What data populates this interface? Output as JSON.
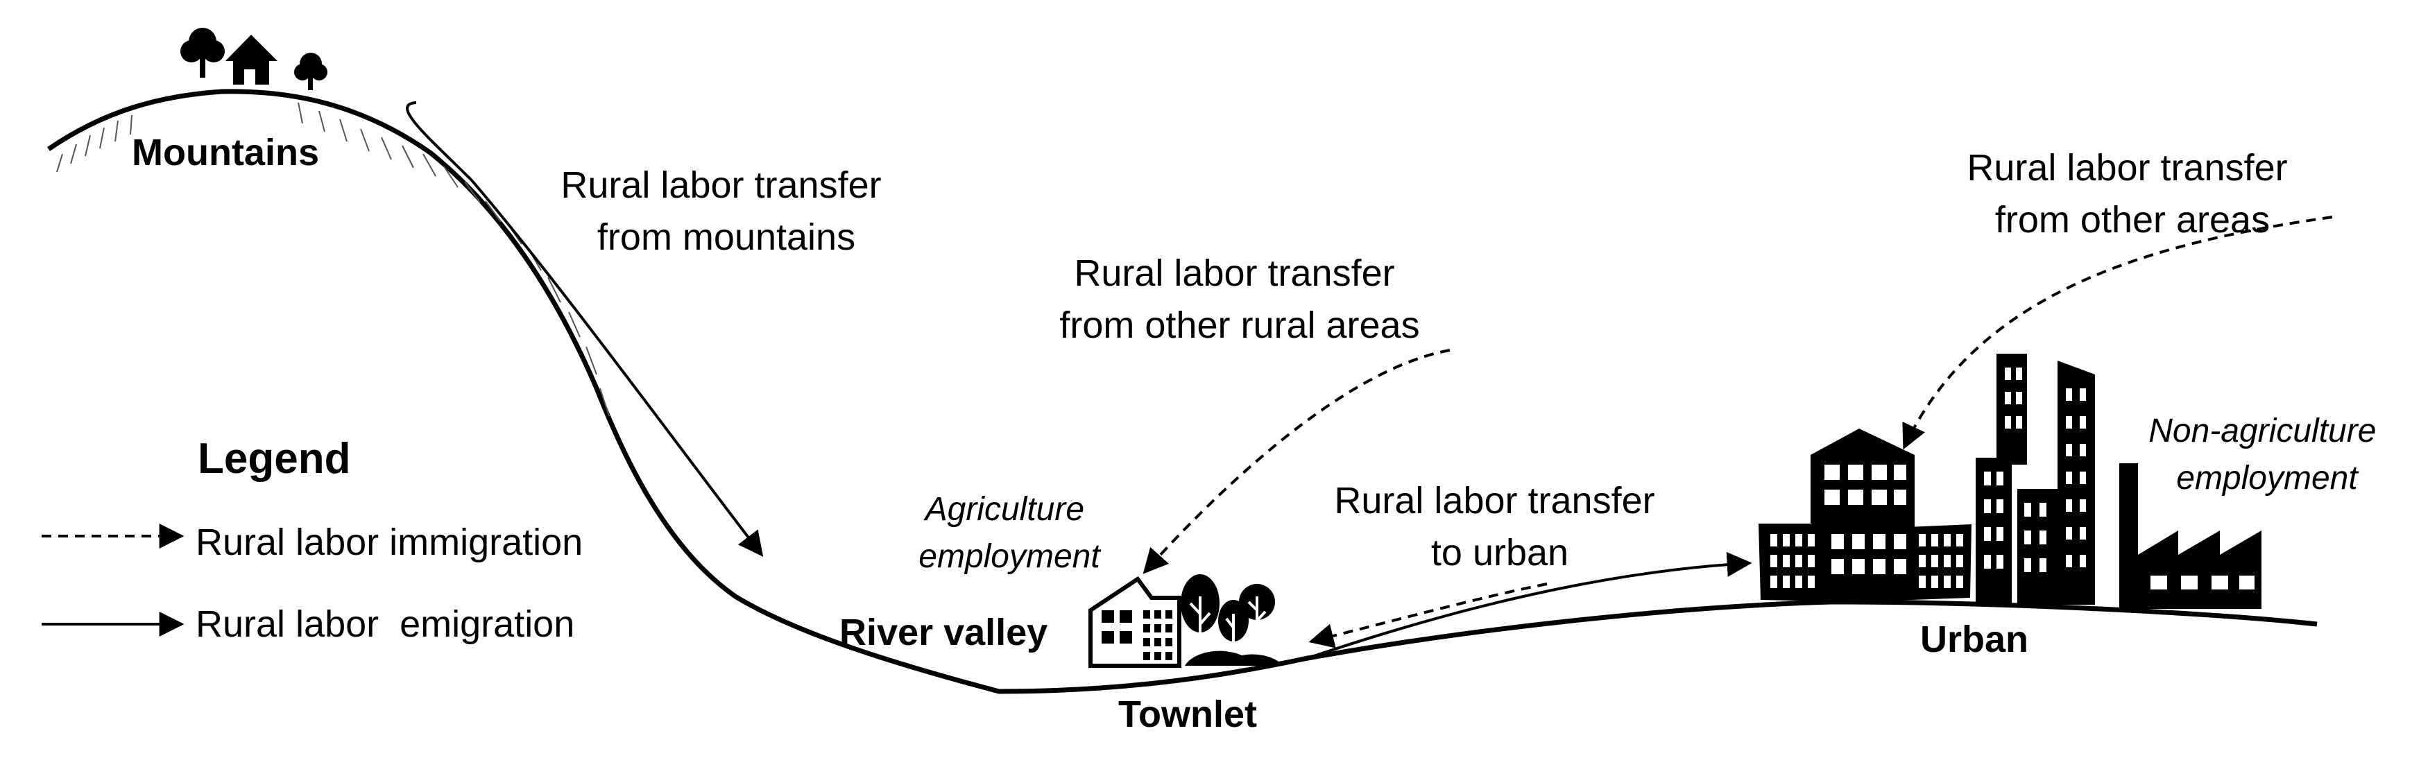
{
  "places": {
    "mountains": "Mountains",
    "river_valley": "River valley",
    "townlet": "Townlet",
    "urban": "Urban"
  },
  "flows": {
    "from_mountains": [
      "Rural labor transfer",
      "from mountains"
    ],
    "from_other_rural": [
      "Rural labor transfer",
      "from other rural areas"
    ],
    "to_urban": [
      "Rural labor transfer",
      "to urban"
    ],
    "from_other_areas": [
      "Rural labor transfer",
      "from other areas"
    ]
  },
  "employment": {
    "agriculture": [
      "Agriculture",
      "employment"
    ],
    "non_agriculture": [
      "Non-agriculture",
      "employment"
    ]
  },
  "legend": {
    "title": "Legend",
    "immigration": "Rural labor immigration",
    "emigration": "Rural labor  emigration"
  },
  "icons": [
    "tree-icon",
    "house-icon",
    "building-icon",
    "skyscraper-icon",
    "factory-icon"
  ],
  "colors": {
    "ink": "#000000",
    "background": "#ffffff"
  }
}
